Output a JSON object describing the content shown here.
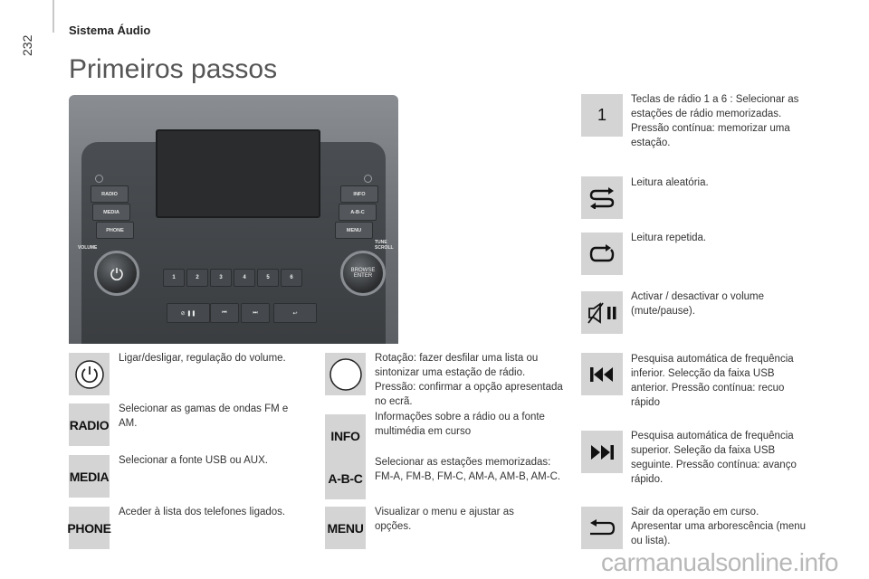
{
  "page": {
    "number": "232",
    "section": "Sistema Áudio",
    "title": "Primeiros passos"
  },
  "panel": {
    "left_buttons": [
      "RADIO",
      "MEDIA",
      "PHONE"
    ],
    "right_buttons": [
      "INFO",
      "A-B-C",
      "MENU"
    ],
    "volume_label": "VOLUME",
    "tune_label": "TUNE SCROLL",
    "browse_label": "BROWSE ENTER",
    "number_buttons": [
      "1",
      "2",
      "3",
      "4",
      "5",
      "6"
    ]
  },
  "left_column": [
    {
      "icon": "power-icon",
      "label": "",
      "text": "Ligar/desligar, regulação do volume."
    },
    {
      "icon": "radio-label",
      "label": "RADIO",
      "text": "Selecionar as gamas de ondas FM e AM."
    },
    {
      "icon": "media-label",
      "label": "MEDIA",
      "text": "Selecionar a fonte USB ou AUX."
    },
    {
      "icon": "phone-label",
      "label": "PHONE",
      "text": "Aceder à lista dos telefones ligados."
    }
  ],
  "middle_column": [
    {
      "icon": "knob-icon",
      "label": "",
      "text": "Rotação: fazer desfilar uma lista ou sintonizar uma estação de rádio. Pressão: confirmar a opção apresentada no ecrã."
    },
    {
      "icon": "info-label",
      "label": "INFO",
      "text": "Informações sobre a rádio ou a fonte multimédia em curso"
    },
    {
      "icon": "abc-label",
      "label": "A-B-C",
      "text": "Selecionar as estações memorizadas: FM-A, FM-B, FM-C, AM-A, AM-B, AM-C."
    },
    {
      "icon": "menu-label",
      "label": "MENU",
      "text": "Visualizar o menu e ajustar as opções."
    }
  ],
  "right_column": [
    {
      "icon": "number-one",
      "label": "1",
      "text": "Teclas de rádio 1 a 6 : Selecionar as estações de rádio memorizadas. Pressão contínua: memorizar uma estação."
    },
    {
      "icon": "shuffle-icon",
      "label": "",
      "text": "Leitura aleatória."
    },
    {
      "icon": "repeat-icon",
      "label": "",
      "text": "Leitura repetida."
    },
    {
      "icon": "mute-pause-icon",
      "label": "",
      "text": "Activar / desactivar o volume (mute/pause)."
    },
    {
      "icon": "previous-track-icon",
      "label": "",
      "text": "Pesquisa automática de frequência inferior. Selecção da faixa USB anterior. Pressão contínua: recuo rápido"
    },
    {
      "icon": "next-track-icon",
      "label": "",
      "text": "Pesquisa automática de frequência superior. Seleção da faixa USB seguinte. Pressão contínua: avanço rápido."
    },
    {
      "icon": "return-icon",
      "label": "",
      "text": "Sair da operação em curso. Apresentar uma arborescência (menu ou lista)."
    }
  ],
  "watermark": "carmanualsonline.info"
}
